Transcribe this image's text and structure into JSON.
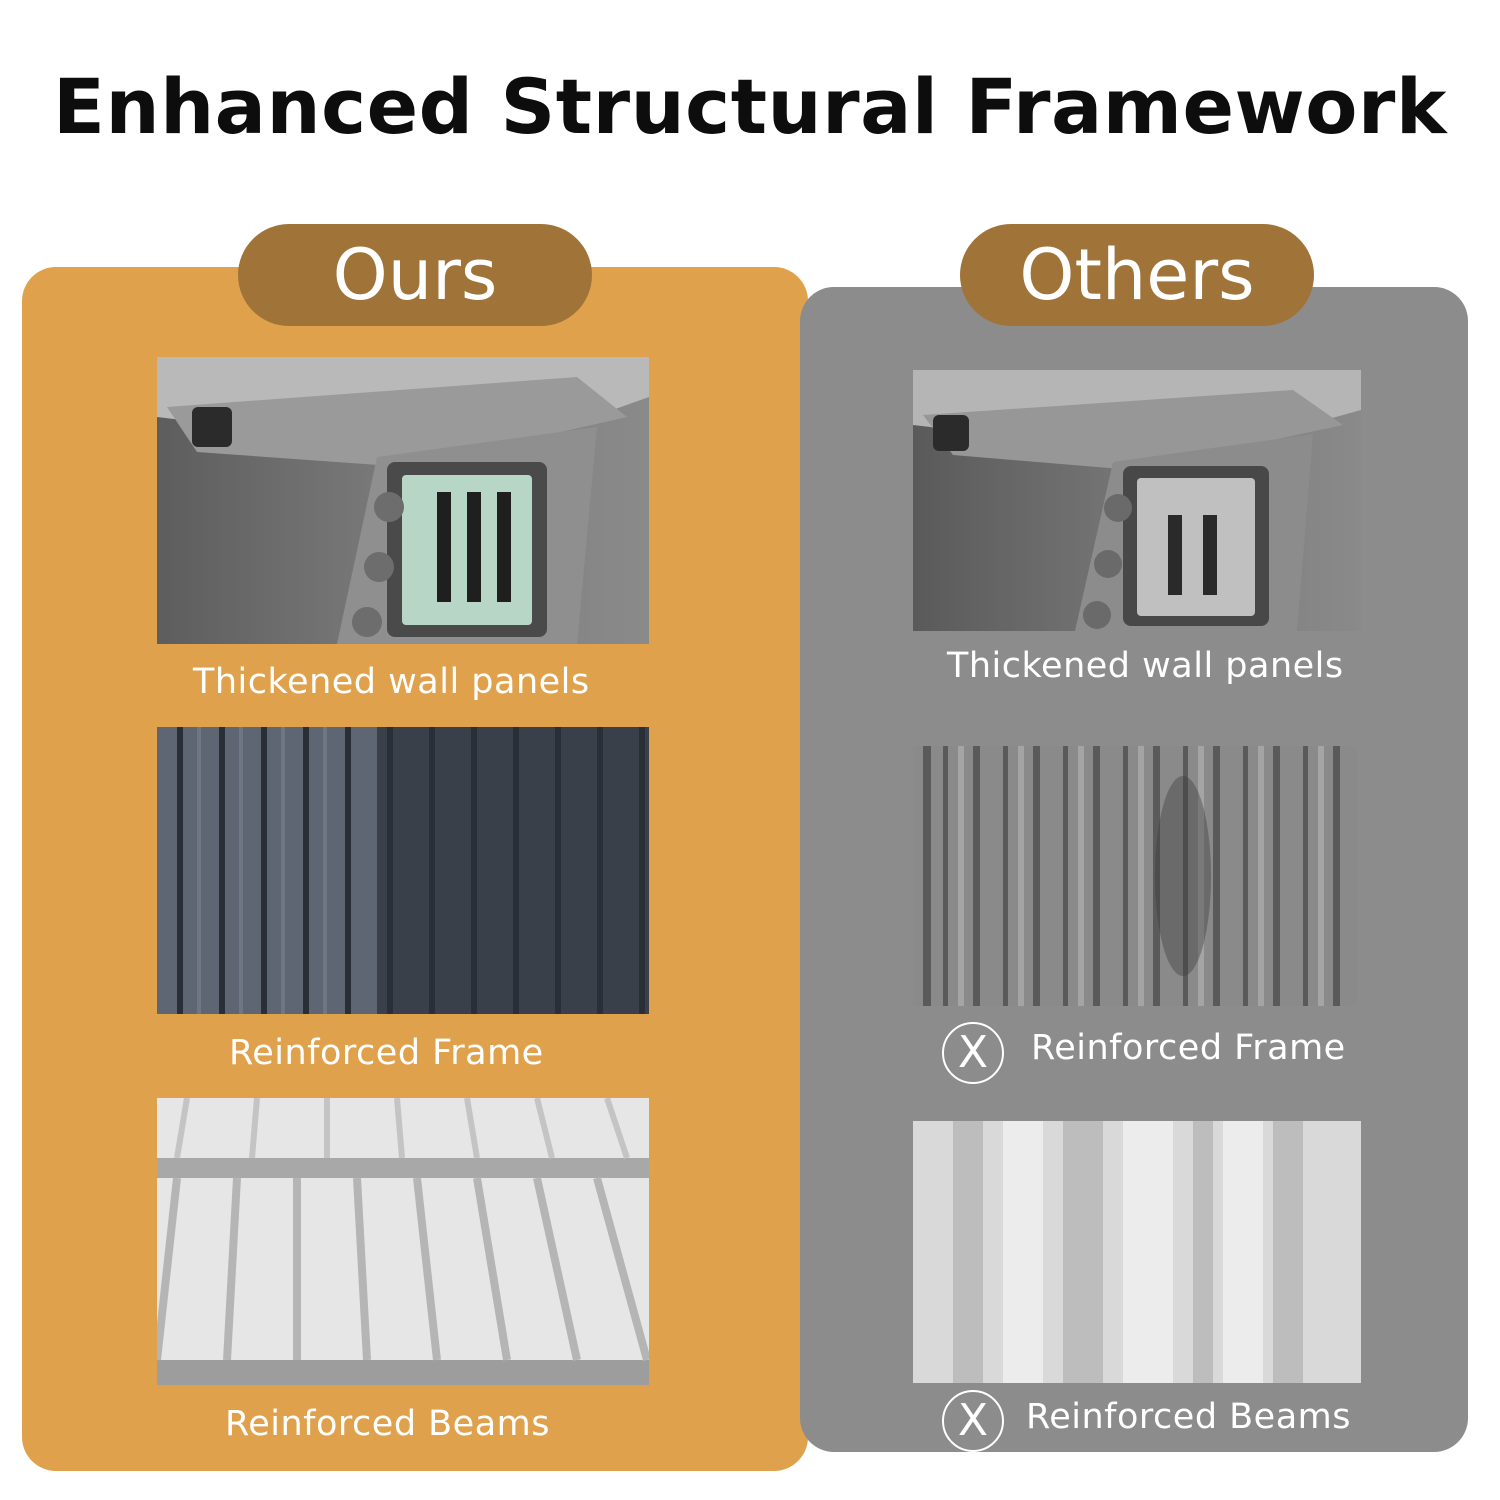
{
  "title": "Enhanced Structural Framework",
  "ours": {
    "badge": "Ours",
    "items": [
      {
        "caption": "Thickened wall panels",
        "image": "caliper-thick-reading-photo"
      },
      {
        "caption": "Reinforced  Frame",
        "image": "corrugated-panel-photo"
      },
      {
        "caption": "Reinforced  Beams",
        "image": "roof-beams-photo"
      }
    ]
  },
  "others": {
    "badge": "Others",
    "items": [
      {
        "caption": "Thickened wall panels",
        "image": "caliper-thin-reading-photo",
        "mark": ""
      },
      {
        "caption": "Reinforced  Frame",
        "image": "blurry-panel-photo",
        "mark": "X"
      },
      {
        "caption": "Reinforced  Beams",
        "image": "blurry-roof-photo",
        "mark": "X"
      }
    ]
  },
  "colors": {
    "ours_panel": "#e0a14c",
    "others_panel": "#8c8c8c",
    "badge": "#a07339"
  }
}
